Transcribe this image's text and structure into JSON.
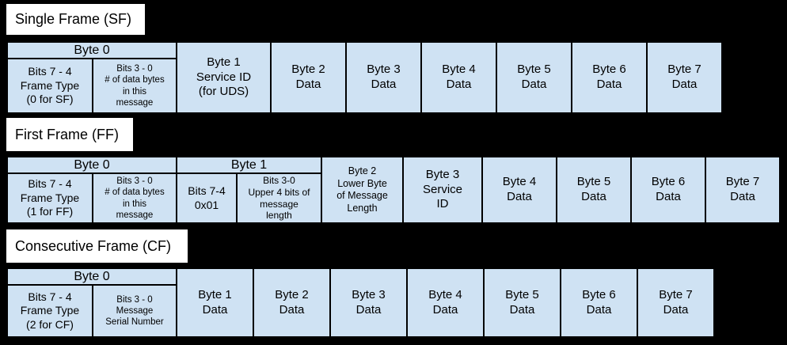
{
  "colors": {
    "background": "#000000",
    "cell_fill": "#cfe2f3",
    "cell_border": "#000000",
    "title_background": "#ffffff",
    "text": "#000000"
  },
  "sf": {
    "title": "Single Frame (SF)",
    "byte0_header": "Byte 0",
    "byte0_high": "Bits 7 - 4\nFrame Type\n(0 for SF)",
    "byte0_low": "Bits 3 - 0\n# of data bytes\nin this\nmessage",
    "cells": [
      "Byte 1\nService ID\n(for UDS)",
      "Byte 2\nData",
      "Byte 3\nData",
      "Byte 4\nData",
      "Byte 5\nData",
      "Byte 6\nData",
      "Byte 7\nData"
    ]
  },
  "ff": {
    "title": "First Frame (FF)",
    "byte0_header": "Byte 0",
    "byte0_high": "Bits 7 - 4\nFrame Type\n(1 for FF)",
    "byte0_low": "Bits 3 - 0\n# of data bytes\nin this\nmessage",
    "byte1_header": "Byte 1",
    "byte1_high": "Bits 7-4\n0x01",
    "byte1_low": "Bits 3-0\nUpper 4 bits of\nmessage\nlength",
    "cells": [
      "Byte 2\nLower Byte\nof Message\nLength",
      "Byte 3\nService\nID",
      "Byte 4\nData",
      "Byte 5\nData",
      "Byte 6\nData",
      "Byte 7\nData"
    ]
  },
  "cf": {
    "title": "Consecutive Frame (CF)",
    "byte0_header": "Byte 0",
    "byte0_high": "Bits 7 - 4\nFrame Type\n(2 for CF)",
    "byte0_low": "Bits 3 - 0\nMessage\nSerial Number",
    "cells": [
      "Byte 1\nData",
      "Byte 2\nData",
      "Byte 3\nData",
      "Byte 4\nData",
      "Byte 5\nData",
      "Byte 6\nData",
      "Byte 7\nData"
    ]
  }
}
